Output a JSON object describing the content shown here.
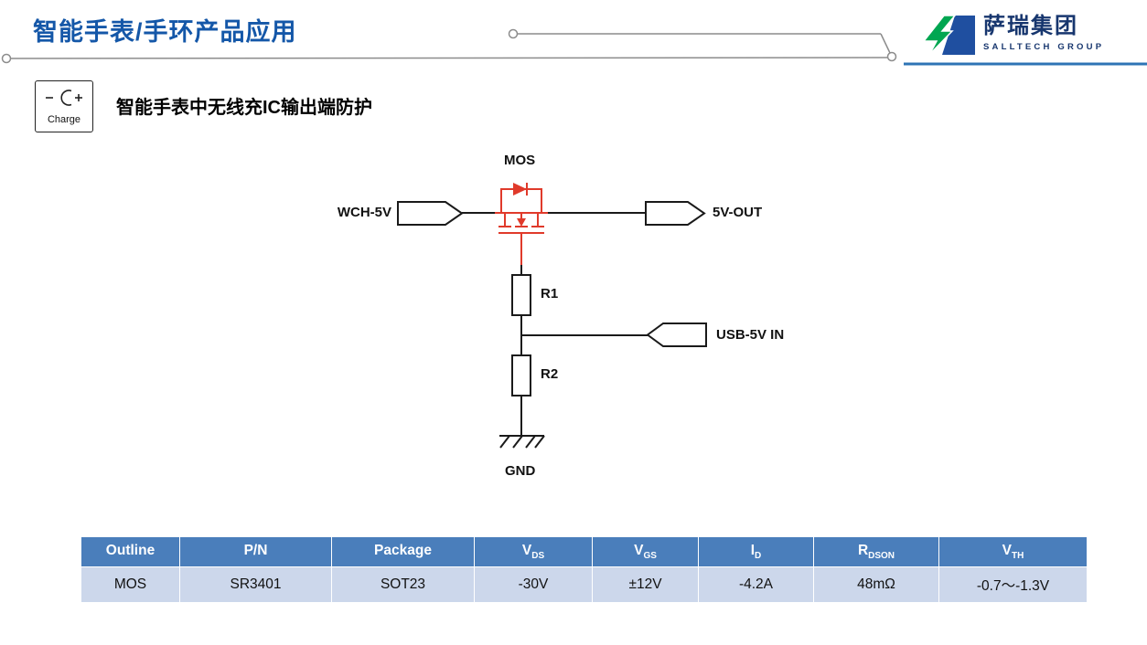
{
  "header": {
    "title": "智能手表/手环产品应用",
    "logo": {
      "cn": "萨瑞集团",
      "en": "SALLTECH GROUP"
    }
  },
  "section": {
    "icon_label": "Charge",
    "subtitle": "智能手表中无线充IC输出端防护"
  },
  "circuit": {
    "labels": {
      "mos": "MOS",
      "input": "WCH-5V",
      "output": "5V-OUT",
      "r1": "R1",
      "usb_in": "USB-5V IN",
      "r2": "R2",
      "gnd": "GND"
    }
  },
  "table": {
    "headers": [
      {
        "text": "Outline",
        "sub": ""
      },
      {
        "text": "P/N",
        "sub": ""
      },
      {
        "text": "Package",
        "sub": ""
      },
      {
        "text": "V",
        "sub": "DS"
      },
      {
        "text": "V",
        "sub": "GS"
      },
      {
        "text": "I",
        "sub": "D"
      },
      {
        "text": "R",
        "sub": "DSON"
      },
      {
        "text": "V",
        "sub": "TH"
      }
    ],
    "rows": [
      [
        "MOS",
        "SR3401",
        "SOT23",
        "-30V",
        "±12V",
        "-4.2A",
        "48mΩ",
        "-0.7～-1.3V"
      ]
    ]
  },
  "colors": {
    "title_blue": "#1457a8",
    "decor_gray": "#8c8c8c",
    "logo_navy": "#17366e",
    "logo_green": "#00a651",
    "logo_blue": "#1f4fa0",
    "logo_underline_blue": "#2e74b5",
    "circuit_red": "#e03a2b",
    "table_header_bg": "#4a7ebb",
    "table_row_bg": "#ccd7eb"
  }
}
